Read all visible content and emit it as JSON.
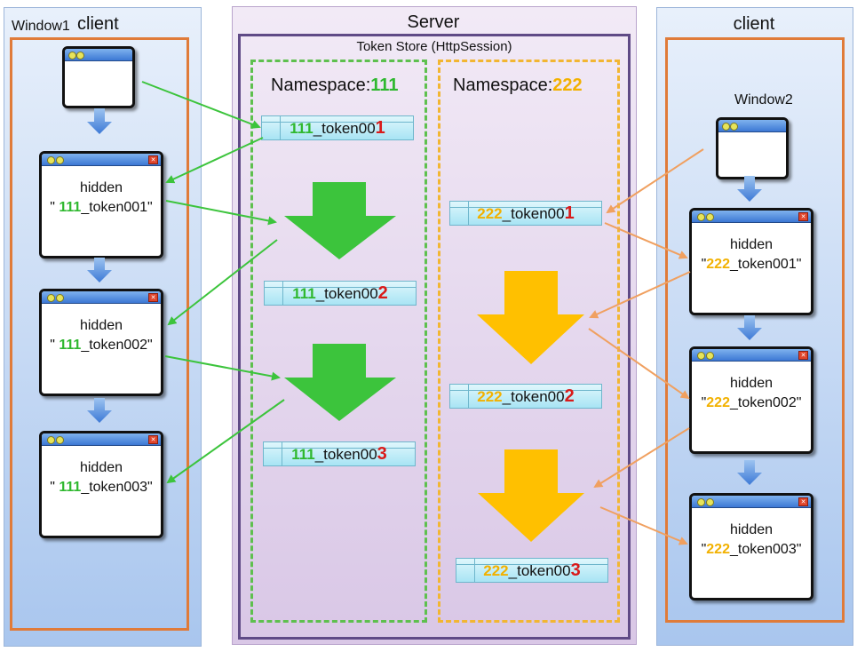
{
  "panels": {
    "left_client": {
      "title": "client",
      "window_label": "Window1"
    },
    "server": {
      "title": "Server",
      "store_label": "Token Store (HttpSession)"
    },
    "right_client": {
      "title": "client",
      "window_label": "Window2"
    }
  },
  "namespaces": {
    "ns111": {
      "prefix": "Namespace:",
      "id": "111"
    },
    "ns222": {
      "prefix": "Namespace:",
      "id": "222"
    }
  },
  "tokens_111": [
    {
      "prefix": "111",
      "base": "_token00",
      "seq": "1"
    },
    {
      "prefix": "111",
      "base": "_token00",
      "seq": "2"
    },
    {
      "prefix": "111",
      "base": "_token00",
      "seq": "3"
    }
  ],
  "tokens_222": [
    {
      "prefix": "222",
      "base": "_token00",
      "seq": "1"
    },
    {
      "prefix": "222",
      "base": "_token00",
      "seq": "2"
    },
    {
      "prefix": "222",
      "base": "_token00",
      "seq": "3"
    }
  ],
  "left_windows": [
    {
      "hidden_label": "hidden",
      "open": "\" ",
      "prefix": "111",
      "rest": "_token001\""
    },
    {
      "hidden_label": "hidden",
      "open": "\" ",
      "prefix": "111",
      "rest": "_token002\""
    },
    {
      "hidden_label": "hidden",
      "open": "\" ",
      "prefix": "111",
      "rest": "_token003\""
    }
  ],
  "right_windows": [
    {
      "hidden_label": "hidden",
      "open": "\"",
      "prefix": "222",
      "rest": "_token001\""
    },
    {
      "hidden_label": "hidden",
      "open": "\"",
      "prefix": "222",
      "rest": "_token002\""
    },
    {
      "hidden_label": "hidden",
      "open": "\"",
      "prefix": "222",
      "rest": "_token003\""
    }
  ],
  "colors": {
    "green_ns": "#2fb82f",
    "yellow_ns": "#f2b100",
    "sequence_red": "#d91a1a",
    "green_arrow": "#3cc43c",
    "orange_arrow": "#f0a060",
    "client_border": "#e07b39",
    "store_border": "#5f4a86"
  }
}
